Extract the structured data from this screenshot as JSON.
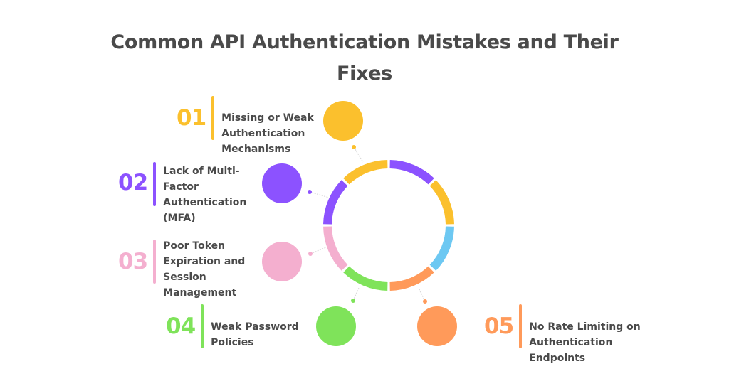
{
  "title": "Common API Authentication Mistakes and Their Fixes",
  "colors": {
    "yellow": "#FBC02D",
    "purple": "#8C52FF",
    "pink": "#F4AFCF",
    "green": "#7FE35A",
    "orange": "#FF9A5A",
    "blue": "#6DC8F2",
    "text": "#4a4a4a"
  },
  "items": [
    {
      "number": "01",
      "label_lines": [
        "Missing or Weak",
        "Authentication",
        "Mechanisms"
      ],
      "color": "#FBC02D"
    },
    {
      "number": "02",
      "label_lines": [
        "Lack of Multi-",
        "Factor",
        "Authentication",
        "(MFA)"
      ],
      "color": "#8C52FF"
    },
    {
      "number": "03",
      "label_lines": [
        "Poor Token",
        "Expiration and",
        "Session",
        "Management"
      ],
      "color": "#F4AFCF"
    },
    {
      "number": "04",
      "label_lines": [
        "Weak Password",
        "Policies"
      ],
      "color": "#7FE35A"
    },
    {
      "number": "05",
      "label_lines": [
        "No Rate Limiting on",
        "Authentication",
        "Endpoints"
      ],
      "color": "#FF9A5A"
    }
  ],
  "ring_segments": [
    "#8C52FF",
    "#FBC02D",
    "#6DC8F2",
    "#FF9A5A",
    "#7FE35A",
    "#F4AFCF",
    "#8C52FF",
    "#FBC02D"
  ]
}
